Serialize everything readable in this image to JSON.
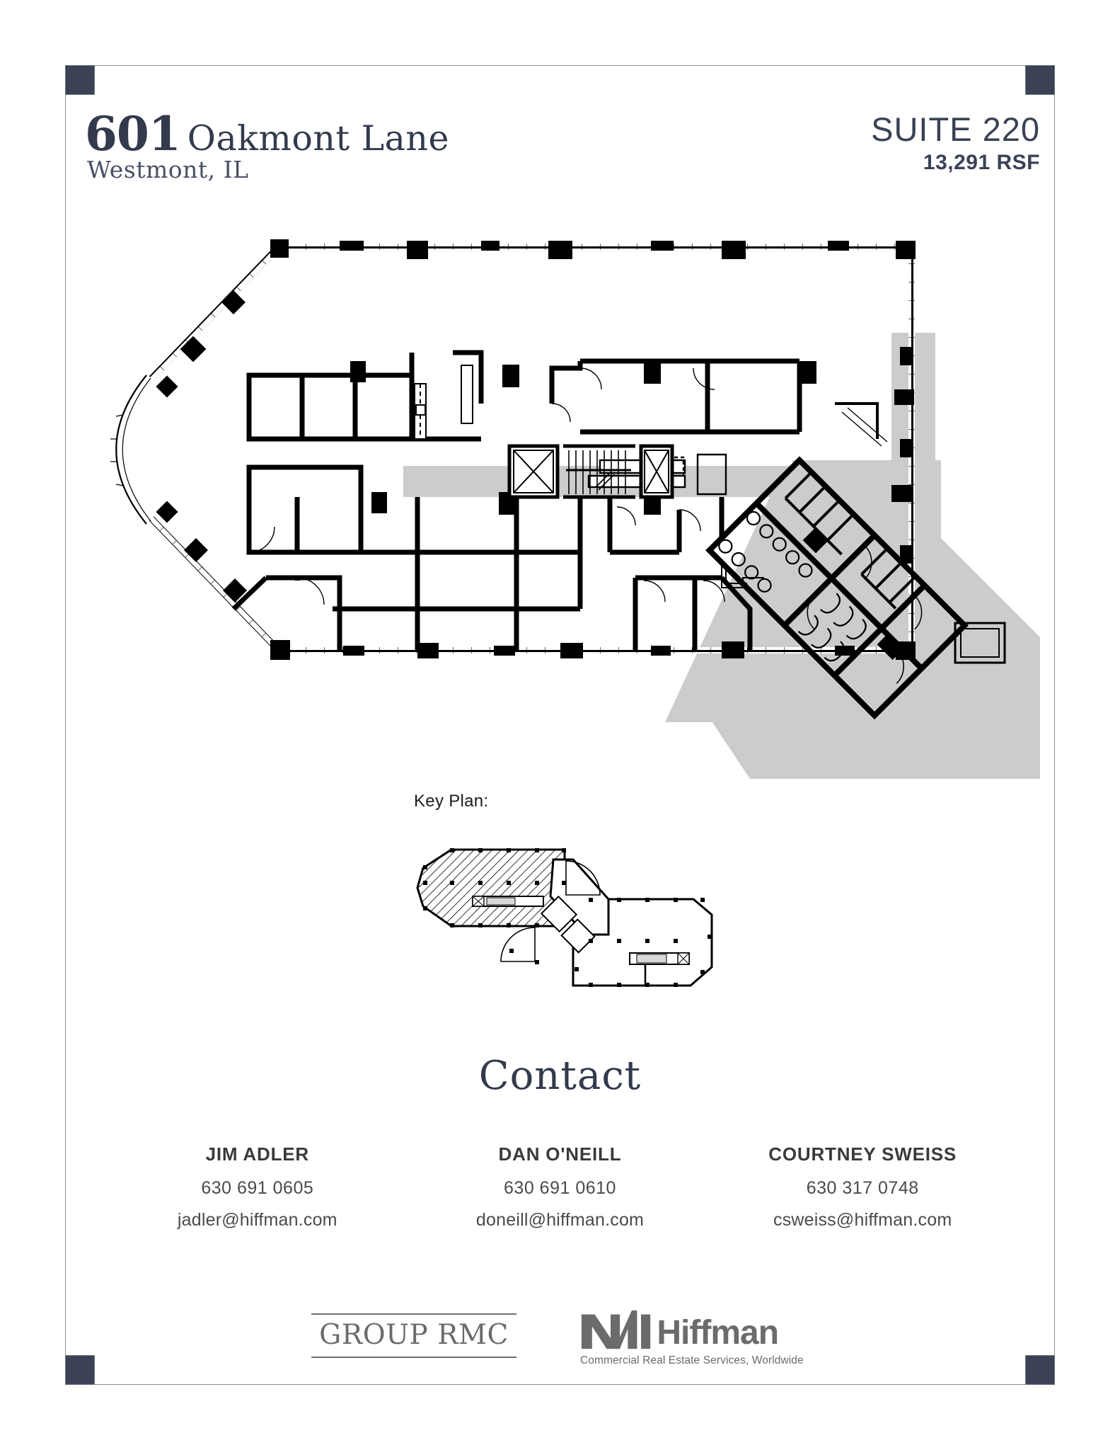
{
  "header": {
    "street_number": "601",
    "street_name": "Oakmont Lane",
    "city_state": "Westmont, IL",
    "suite": "SUITE 220",
    "rsf": "13,291 RSF"
  },
  "key_plan": {
    "label": "Key Plan:",
    "highlight_note": "west-wing-hatched"
  },
  "contact": {
    "title": "Contact",
    "people": [
      {
        "name": "JIM ADLER",
        "phone": "630 691 0605",
        "email": "jadler@hiffman.com"
      },
      {
        "name": "DAN O'NEILL",
        "phone": "630 691 0610",
        "email": "doneill@hiffman.com"
      },
      {
        "name": "COURTNEY SWEISS",
        "phone": "630 317 0748",
        "email": "csweiss@hiffman.com"
      }
    ]
  },
  "logos": {
    "group_rmc": "GROUP RMC",
    "nai_word": "Hiffman",
    "nai_tagline": "Commercial Real Estate Services, Worldwide"
  },
  "colors": {
    "navy": "#3b4255",
    "frame_border": "#8b8e98",
    "plan_gray": "#cccccc",
    "plan_black": "#000000",
    "logo_gray": "#6b6b6b"
  }
}
